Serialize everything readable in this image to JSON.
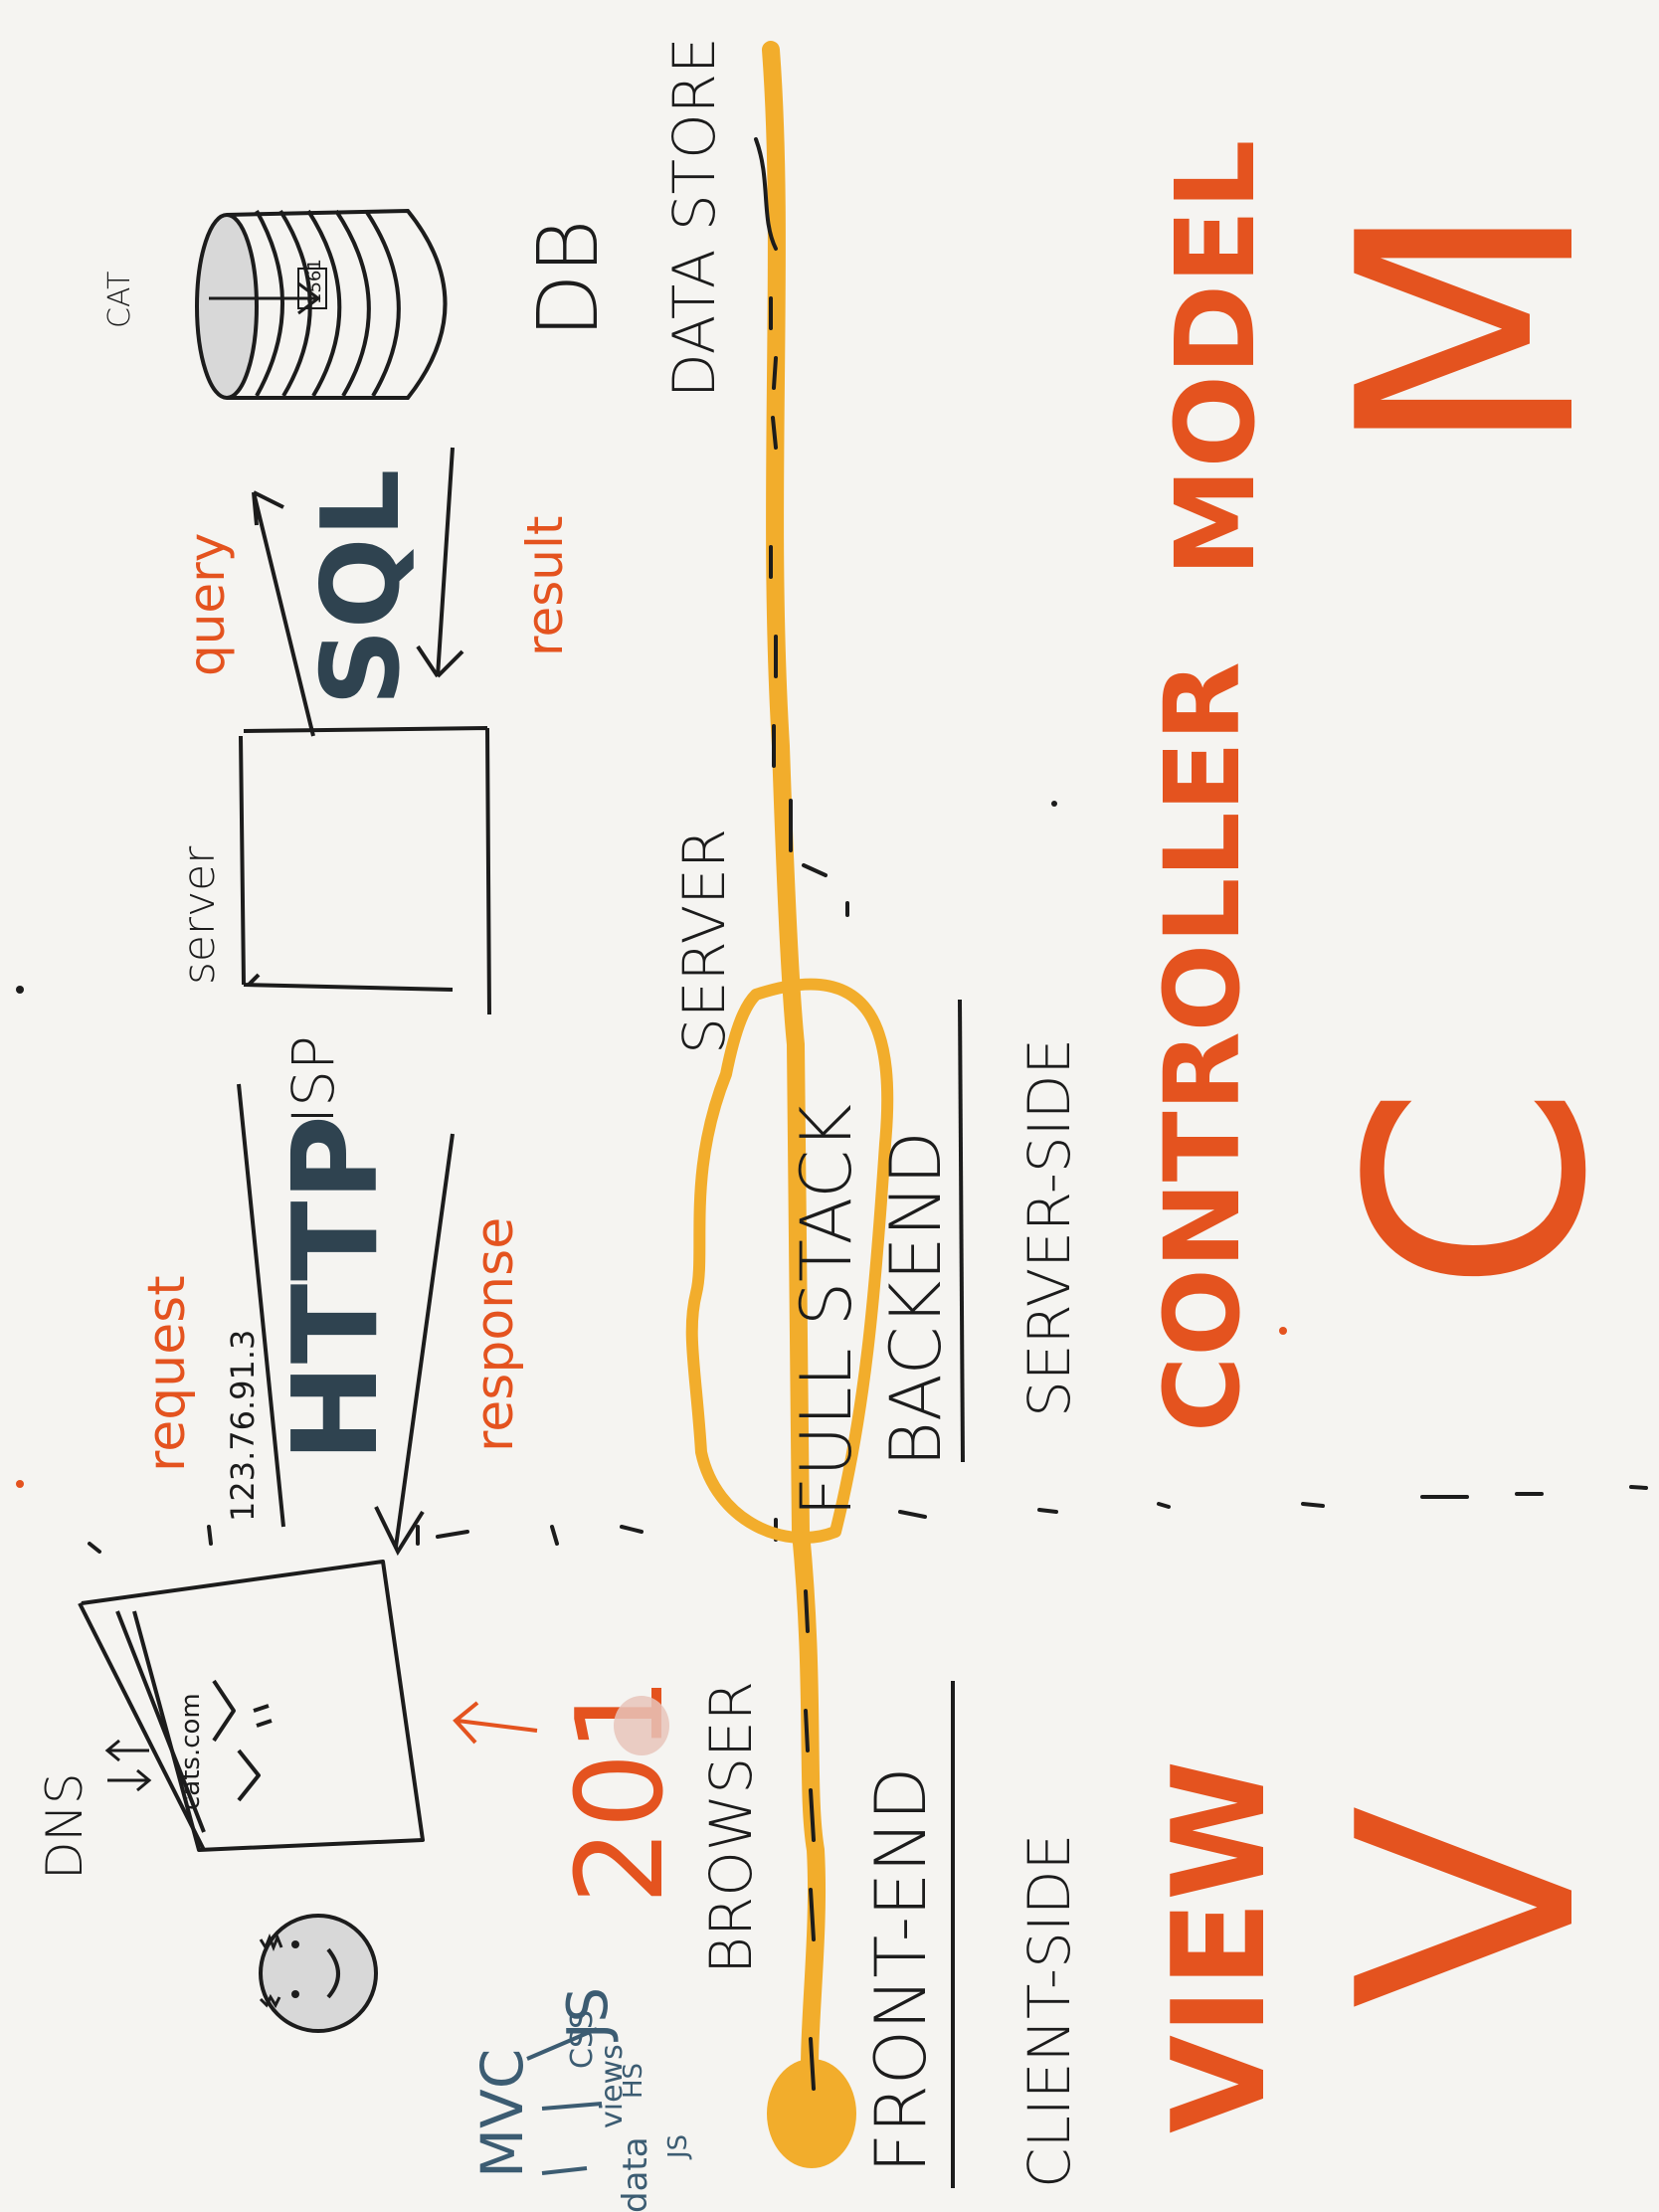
{
  "colors": {
    "background": "#f5f4f1",
    "ink": "#1c1c1c",
    "accent_orange": "#e4531f",
    "highlight_yellow": "#f2ad2c",
    "slate": "#2f4350",
    "blue": "#3c5c72",
    "face_gray": "#d8d8d8",
    "pink": "#e8c4bb"
  },
  "client_side": {
    "dns": "DNS",
    "url": "cats.com",
    "request": "request",
    "ip": "123.76.91.3",
    "http": "HTTP",
    "isp": "ISP",
    "response": "response",
    "status_code": "201",
    "browser": "BROWSER",
    "front_end": "FRONT-END",
    "client_side_label": "CLIENT-SIDE",
    "mvc": "MVC",
    "js": "JS",
    "mvc_notes": [
      "data",
      "views",
      "CSS",
      "HS",
      "JS"
    ]
  },
  "server_side": {
    "server_box_label": "server",
    "query": "query",
    "sql": "SQL",
    "result": "result",
    "db": "DB",
    "db_tag": "CAT",
    "db_row": "1561",
    "server": "SERVER",
    "data_store": "DATA STORE",
    "full_stack": "FULL STACK",
    "backend": "BACKEND",
    "server_side_label": "SERVER-SIDE"
  },
  "mvc_columns": {
    "view_word": "VIEW",
    "view_letter": "V",
    "controller_word": "CONTROLLER",
    "controller_letter": "C",
    "model_word": "MODEL",
    "model_letter": "M"
  },
  "icons": [
    "smiley-face-icon",
    "browser-window-icon",
    "server-box-icon",
    "database-cylinder-icon"
  ]
}
